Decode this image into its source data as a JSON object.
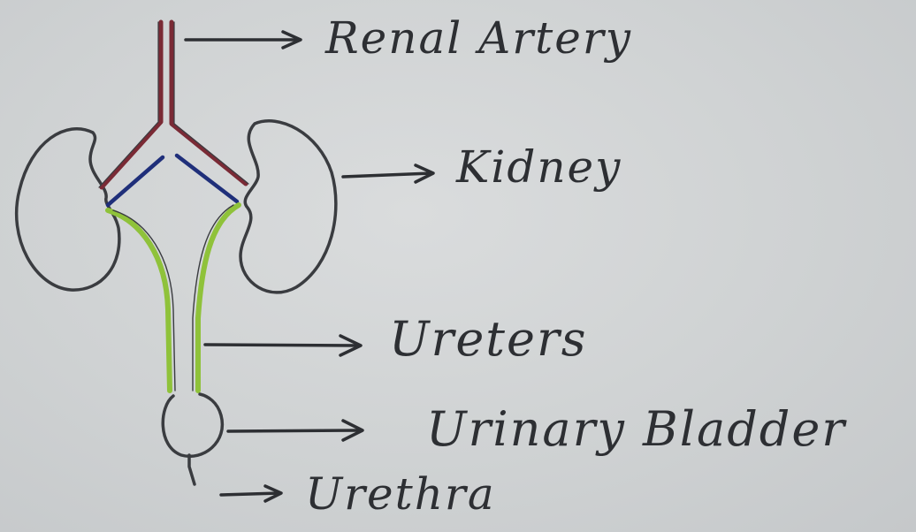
{
  "labels": {
    "renal_artery": "Renal Artery",
    "kidney": "Kidney",
    "ureters": "Ureters",
    "urinary_bladder": "Urinary Bladder",
    "urethra": "Urethra"
  },
  "colors": {
    "paper": "#cfd2d3",
    "outline": "#3a3c40",
    "artery": "#7a2a35",
    "vein": "#1f2f7a",
    "ureter": "#8fc23a"
  }
}
